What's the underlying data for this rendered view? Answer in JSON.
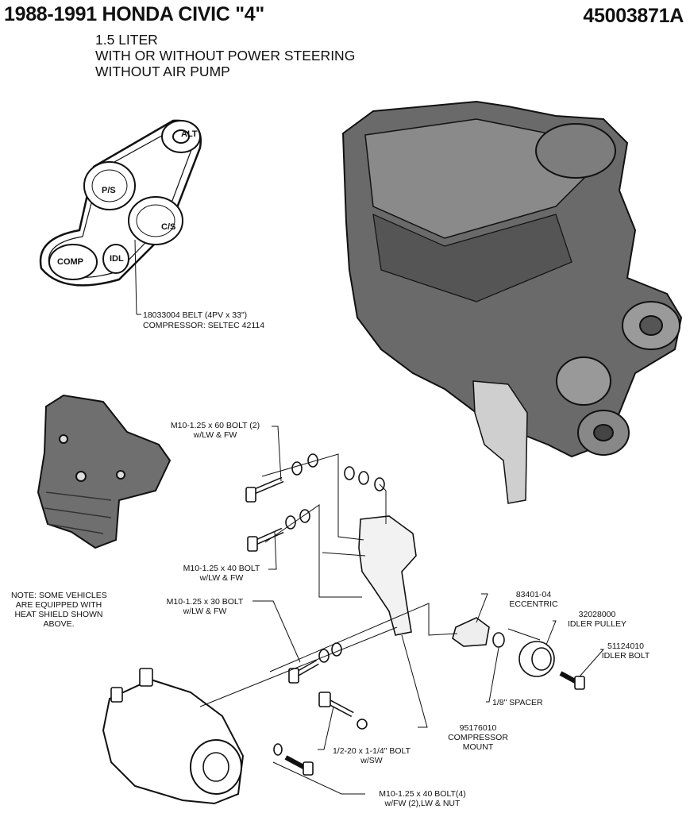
{
  "header": {
    "title": "1988-1991 HONDA CIVIC \"4\"",
    "part_number": "45003871A",
    "subtitle_lines": [
      "1.5 LITER",
      "WITH OR WITHOUT POWER STEERING",
      "WITHOUT AIR PUMP"
    ]
  },
  "belt_diagram": {
    "pulleys": {
      "alt": "ALT",
      "ps": "P/S",
      "cs": "C/S",
      "comp": "COMP",
      "idl": "IDL"
    },
    "belt_line1": "18033004 BELT (4PV x 33\")",
    "belt_line2": "COMPRESSOR:  SELTEC 42114"
  },
  "note": {
    "lines": [
      "NOTE: SOME VEHICLES",
      "ARE EQUIPPED WITH",
      "HEAT SHIELD SHOWN",
      "ABOVE."
    ]
  },
  "callouts": {
    "bolt60": [
      "M10-1.25 x 60 BOLT (2)",
      "w/LW & FW"
    ],
    "bolt40a": [
      "M10-1.25 x 40 BOLT",
      "w/LW & FW"
    ],
    "bolt30": [
      "M10-1.25 x 30 BOLT",
      "w/LW & FW"
    ],
    "eccentric": [
      "83401-04",
      "ECCENTRIC"
    ],
    "idler_pulley": [
      "32028000",
      "IDLER PULLEY"
    ],
    "idler_bolt": [
      "51124010",
      "IDLER BOLT"
    ],
    "spacer": "1/8\" SPACER",
    "mount": [
      "95176010",
      "COMPRESSOR",
      "MOUNT"
    ],
    "bolt_half": [
      "1/2-20 x 1-1/4\" BOLT",
      "w/SW"
    ],
    "bolt40b": [
      "M10-1.25 x 40 BOLT(4)",
      "w/FW (2),LW & NUT"
    ]
  }
}
